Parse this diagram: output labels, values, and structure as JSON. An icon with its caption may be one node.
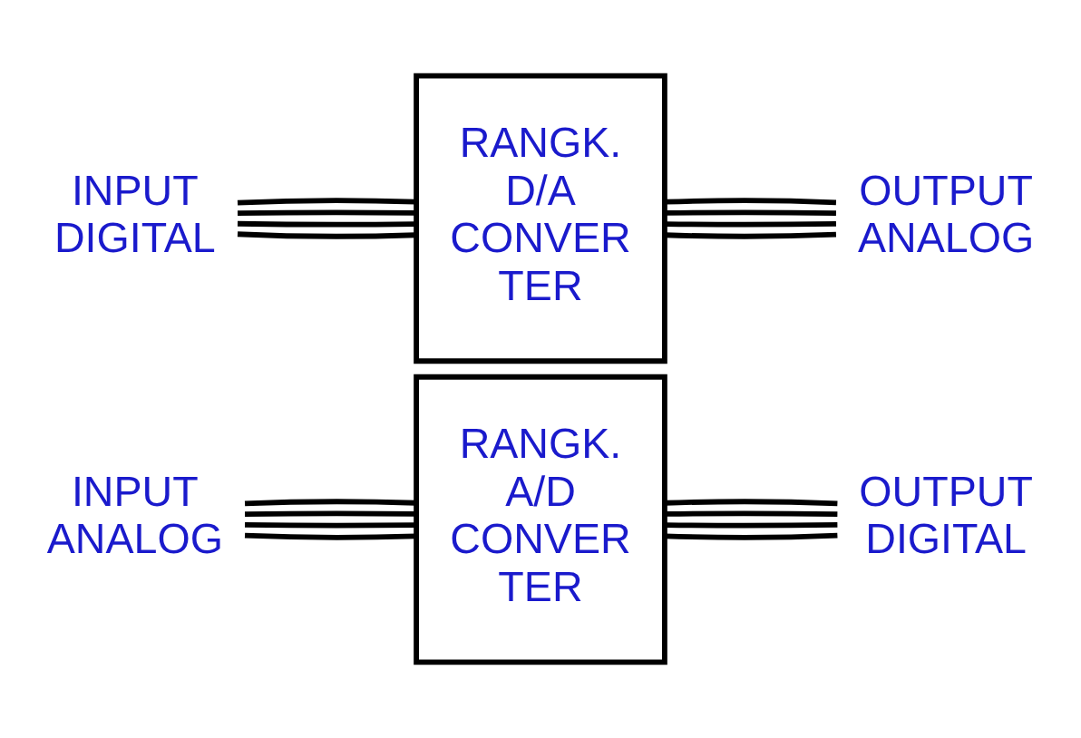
{
  "diagram": {
    "nodes": [
      {
        "text": [
          "INPUT ANALOG"
        ]
      },
      {
        "text": [
          "RANGK. A/D CONVER TER"
        ]
      },
      {
        "text": [
          "OUTPUT DIGITAL"
        ]
      },
      {
        "text": [
          "INPUT DIGITAL"
        ]
      },
      {
        "text": [
          "RANGK. D/A CONVER TER"
        ]
      },
      {
        "text": [
          "OUTPUT ANALOG"
        ]
      }
    ],
    "edges": [
      {
        "from": 0,
        "to": 1,
        "arrow": "none"
      },
      {
        "from": 0,
        "to": 1,
        "arrow": "none"
      },
      {
        "from": 0,
        "to": 1,
        "arrow": "none"
      },
      {
        "from": 0,
        "to": 1,
        "arrow": "none"
      },
      {
        "from": 1,
        "to": 2,
        "arrow": "none"
      },
      {
        "from": 1,
        "to": 2,
        "arrow": "none"
      },
      {
        "from": 1,
        "to": 2,
        "arrow": "none"
      },
      {
        "from": 1,
        "to": 2,
        "arrow": "none"
      },
      {
        "from": 3,
        "to": 4,
        "arrow": "none"
      },
      {
        "from": 3,
        "to": 4,
        "arrow": "none"
      },
      {
        "from": 3,
        "to": 4,
        "arrow": "none"
      },
      {
        "from": 3,
        "to": 4,
        "arrow": "none"
      },
      {
        "from": 4,
        "to": 5,
        "arrow": "none"
      },
      {
        "from": 4,
        "to": 5,
        "arrow": "none"
      },
      {
        "from": 4,
        "to": 5,
        "arrow": "none"
      },
      {
        "from": 4,
        "to": 5,
        "arrow": "none"
      }
    ]
  }
}
